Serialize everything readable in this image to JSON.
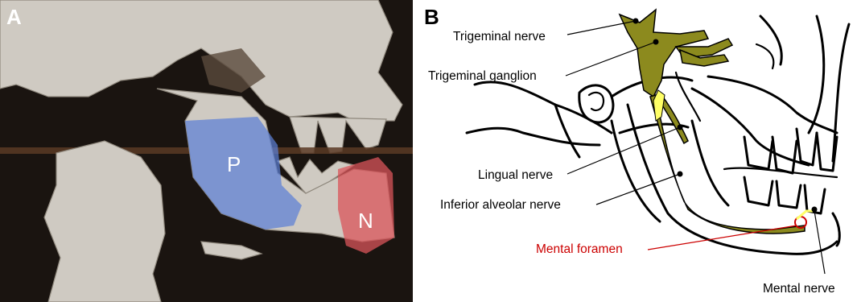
{
  "panel_a": {
    "letter": "A",
    "region_p": {
      "label": "P",
      "color": "#5b7fd6"
    },
    "region_n": {
      "label": "N",
      "color": "#d9545a"
    }
  },
  "panel_b": {
    "letter": "B",
    "nerve_color": "#8c8a1e",
    "highlight_color": "#ffff66",
    "labels": {
      "trigeminal_nerve": "Trigeminal nerve",
      "trigeminal_ganglion": "Trigeminal ganglion",
      "lingual_nerve": "Lingual nerve",
      "inferior_alveolar_nerve": "Inferior alveolar nerve",
      "mental_foramen": "Mental foramen",
      "mental_nerve": "Mental nerve"
    },
    "mental_foramen_color": "#cc0000"
  }
}
